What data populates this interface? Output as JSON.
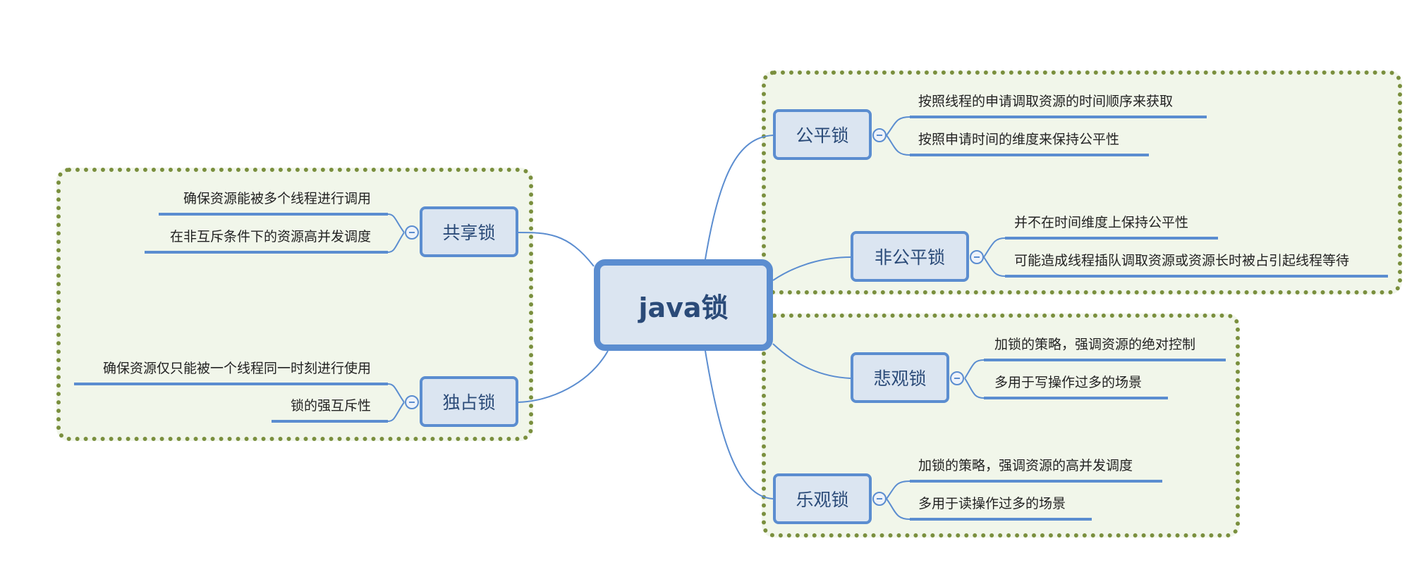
{
  "diagram": {
    "central": {
      "label": "java锁"
    },
    "branches": {
      "fair": {
        "label": "公平锁",
        "leaves": [
          "按照线程的申请调取资源的时间顺序来获取",
          "按照申请时间的维度来保持公平性"
        ]
      },
      "unfair": {
        "label": "非公平锁",
        "leaves": [
          "并不在时间维度上保持公平性",
          "可能造成线程插队调取资源或资源长时被占引起线程等待"
        ]
      },
      "pessimistic": {
        "label": "悲观锁",
        "leaves": [
          "加锁的策略，强调资源的绝对控制",
          "多用于写操作过多的场景"
        ]
      },
      "optimistic": {
        "label": "乐观锁",
        "leaves": [
          "加锁的策略，强调资源的高并发调度",
          "多用于读操作过多的场景"
        ]
      },
      "shared": {
        "label": "共享锁",
        "leaves": [
          "确保资源能被多个线程进行调用",
          "在非互斥条件下的资源高并发调度"
        ]
      },
      "exclusive": {
        "label": "独占锁",
        "leaves": [
          "确保资源仅只能被一个线程同一时刻进行使用",
          "锁的强互斥性"
        ]
      }
    },
    "colors": {
      "node_fill": "#dbe5f1",
      "node_border": "#5b8dd0",
      "node_text": "#2a4a78",
      "group_fill": "#f1f6ea",
      "group_border": "#7a8f3e",
      "connector": "#5b8dd0"
    },
    "icons": {
      "collapse": "minus-circle-icon"
    }
  }
}
